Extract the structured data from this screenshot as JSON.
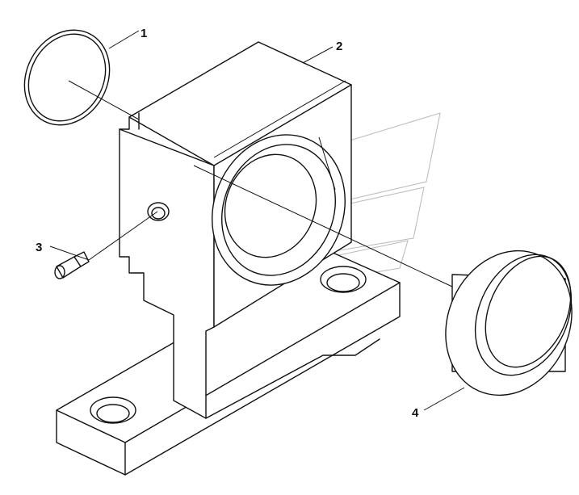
{
  "callouts": [
    {
      "id": "1",
      "label": "1",
      "part": "o-ring"
    },
    {
      "id": "2",
      "label": "2",
      "part": "bearing-housing"
    },
    {
      "id": "3",
      "label": "3",
      "part": "grease-fitting"
    },
    {
      "id": "4",
      "label": "4",
      "part": "bushing"
    }
  ]
}
